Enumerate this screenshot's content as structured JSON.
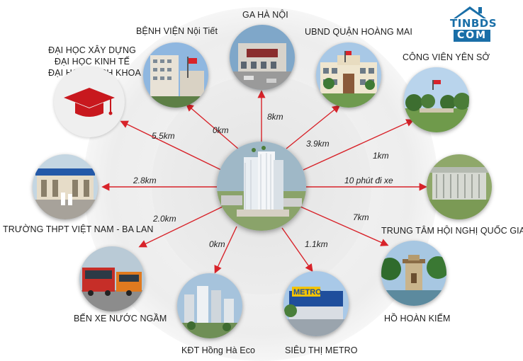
{
  "logo": {
    "line1": "TINBDS",
    "line2": "COM"
  },
  "education": {
    "lines": [
      "ĐẠI HỌC XÂY DỰNG",
      "ĐẠI HỌC KINH TẾ",
      "ĐẠI HỌC BÁCH KHOA"
    ],
    "icon": "graduation-cap-icon"
  },
  "places": {
    "benh_vien": {
      "label": "BỆNH VIỆN Nội Tiết",
      "distance": "0km"
    },
    "ga_ha_noi": {
      "label": "GA HÀ NỘI",
      "distance": "8km"
    },
    "ubnd": {
      "label": "UBND QUẬN HOÀNG MAI",
      "distance": "3.9km"
    },
    "cong_vien": {
      "label": "CÔNG VIÊN YÊN SỞ",
      "distance": "1km"
    },
    "hoi_nghi": {
      "label": "TRUNG TÂM HỘI NGHỊ QUỐC GIA",
      "distance": "10 phút đi xe"
    },
    "ho_hoan_kiem": {
      "label": "HỒ HOÀN KIẾM",
      "distance": "7km"
    },
    "metro": {
      "label": "SIÊU THỊ METRO",
      "distance": "1.1km"
    },
    "kdt": {
      "label": "KĐT Hồng Hà Eco",
      "distance": "0km"
    },
    "ben_xe": {
      "label": "BẾN XE NƯỚC NGẦM",
      "distance": "2.0km"
    },
    "truong_thpt": {
      "label": "TRƯỜNG THPT VIỆT NAM - BA LAN",
      "distance": "2.8km"
    },
    "dai_hoc": {
      "distance": "5.5km"
    }
  },
  "metro_sign": "METRO",
  "colors": {
    "arrow": "#d8232a",
    "logo_blue": "#1a6fa8",
    "cap": "#c8181e"
  }
}
